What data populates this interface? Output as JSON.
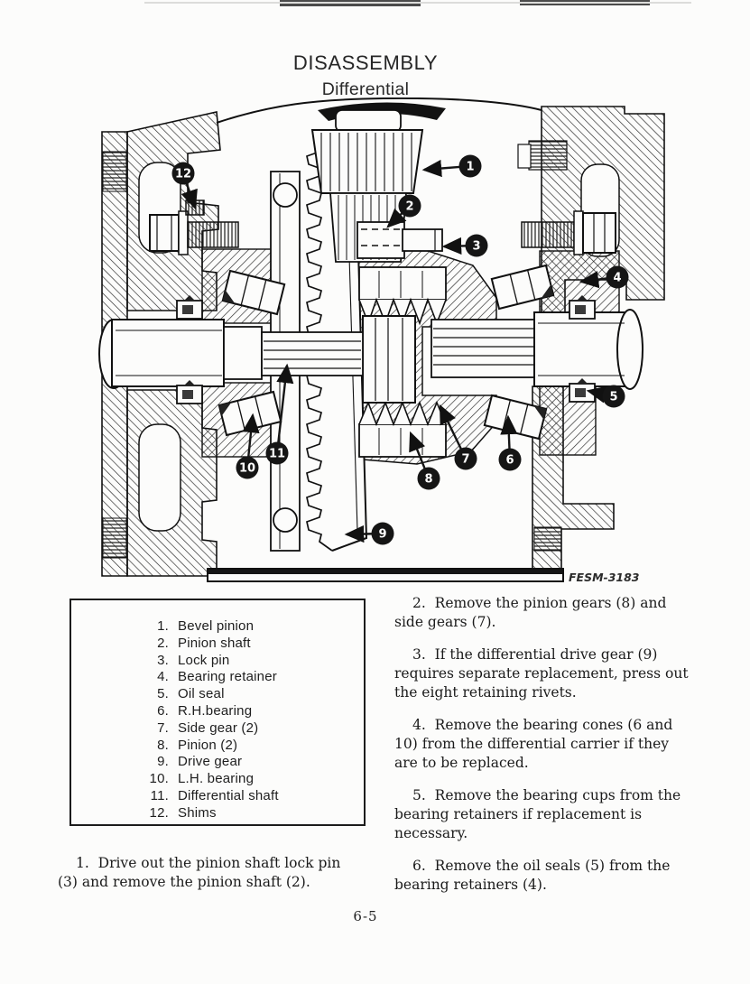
{
  "header": {
    "title": "DISASSEMBLY",
    "subtitle": "Differential"
  },
  "figure": {
    "code": "FESM-3183",
    "callouts": [
      "1",
      "2",
      "3",
      "4",
      "5",
      "6",
      "7",
      "8",
      "9",
      "10",
      "11",
      "12"
    ]
  },
  "legend": {
    "items": [
      {
        "num": "1.",
        "label": "Bevel pinion"
      },
      {
        "num": "2.",
        "label": "Pinion shaft"
      },
      {
        "num": "3.",
        "label": "Lock pin"
      },
      {
        "num": "4.",
        "label": "Bearing retainer"
      },
      {
        "num": "5.",
        "label": "Oil seal"
      },
      {
        "num": "6.",
        "label": "R.H.bearing"
      },
      {
        "num": "7.",
        "label": "Side gear (2)"
      },
      {
        "num": "8.",
        "label": "Pinion (2)"
      },
      {
        "num": "9.",
        "label": "Drive gear"
      },
      {
        "num": "10.",
        "label": "L.H. bearing"
      },
      {
        "num": "11.",
        "label": "Differential shaft"
      },
      {
        "num": "12.",
        "label": "Shims"
      }
    ]
  },
  "steps": {
    "s1": {
      "lines": [
        "1.  Drive out the pinion shaft lock pin",
        "(3) and remove the pinion shaft (2)."
      ]
    },
    "s2": {
      "lines": [
        "2.  Remove the pinion gears (8) and",
        "side gears (7)."
      ]
    },
    "s3": {
      "lines": [
        "3.  If the differential drive gear (9)",
        "requires separate replacement, press out",
        "the eight retaining rivets."
      ]
    },
    "s4": {
      "lines": [
        "4.  Remove the bearing cones (6 and",
        "10) from the differential carrier if they",
        "are to be replaced."
      ]
    },
    "s5": {
      "lines": [
        "5.  Remove the bearing cups from the",
        "bearing retainers if replacement is",
        "necessary."
      ]
    },
    "s6": {
      "lines": [
        "6.  Remove the oil seals (5) from the",
        "bearing retainers (4)."
      ]
    }
  },
  "footer": {
    "page_number": "6-5"
  }
}
